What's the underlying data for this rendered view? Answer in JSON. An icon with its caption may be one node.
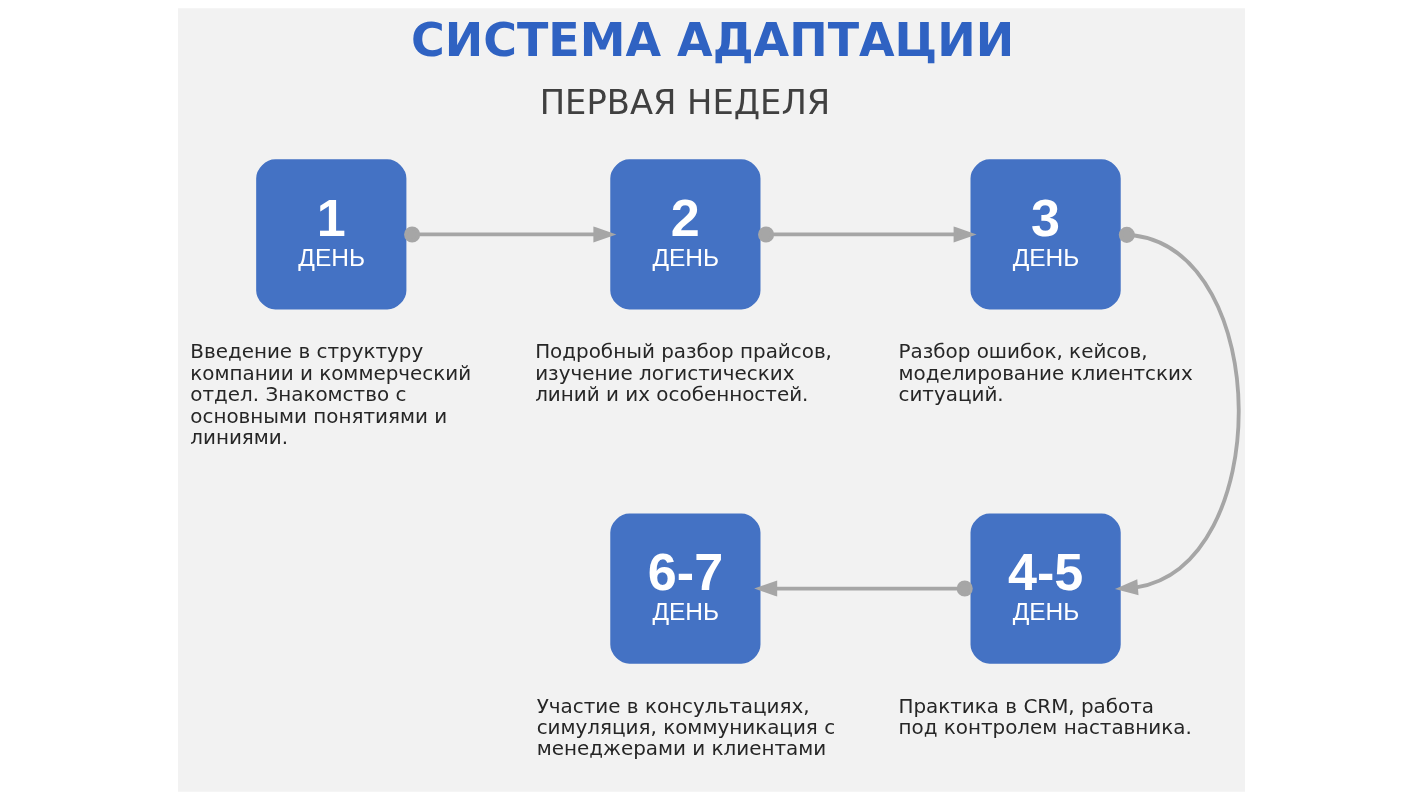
{
  "diagram": {
    "title": "СИСТЕМА АДАПТАЦИИ",
    "nodes": [
      {
        "text": [
          "1",
          "ДЕНЬ"
        ],
        "beside": [
          "Введение в структуру компании и коммерческий отдел. Знакомство с основными понятиями и линиями."
        ]
      },
      {
        "text": [
          "2",
          "ДЕНЬ"
        ],
        "beside": [
          "Подробный разбор прайсов, изучение логистических линий и их особенностей."
        ]
      },
      {
        "text": [
          "3",
          "ДЕНЬ"
        ],
        "beside": [
          "Разбор ошибок, кейсов, моделирование клиентских ситуаций."
        ]
      },
      {
        "text": [
          "4-5",
          "ДЕНЬ"
        ],
        "beside": [
          "Практика в CRM, работа под контролем наставника."
        ]
      },
      {
        "text": [
          "6-7",
          "ДЕНЬ"
        ],
        "beside": [
          "Участие в консультациях, симуляция, коммуникация с менеджерами и клиентами"
        ]
      }
    ],
    "edges": [
      {
        "from": 0,
        "to": 1,
        "arrow": "to"
      },
      {
        "from": 1,
        "to": 2,
        "arrow": "to"
      },
      {
        "from": 2,
        "to": 3,
        "arrow": "to"
      },
      {
        "from": 3,
        "to": 4,
        "arrow": "to"
      }
    ],
    "labels": [
      "ПЕРВАЯ НЕДЕЛЯ"
    ]
  }
}
